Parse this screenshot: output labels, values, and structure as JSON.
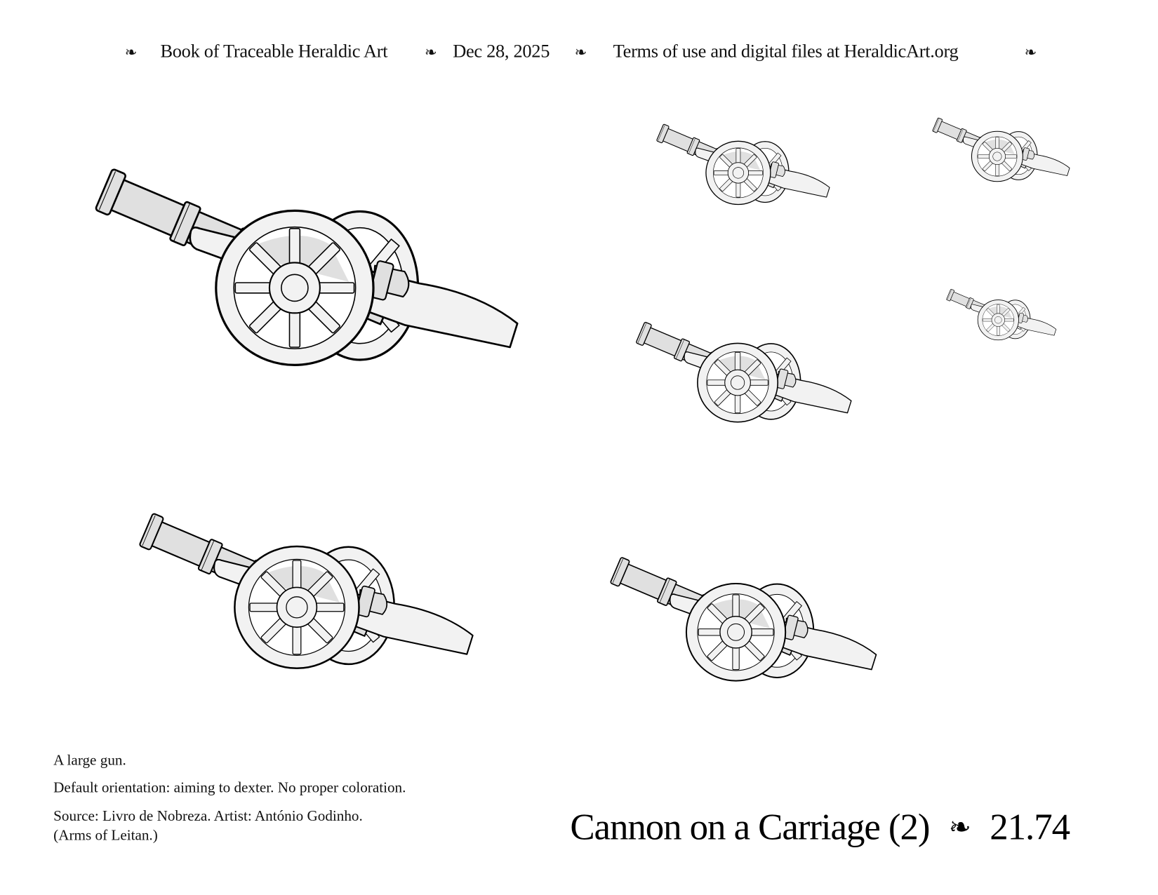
{
  "header": {
    "book_title": "Book of Traceable Heraldic Art",
    "date": "Dec 28, 2025",
    "terms": "Terms of use and digital files at HeraldicArt.org",
    "ornament": "❧"
  },
  "description": {
    "line1": "A large gun.",
    "line2": "Default orientation: aiming to dexter. No proper coloration.",
    "line3": "Source: Livro de Nobreza. Artist: António Godinho.",
    "line4": "(Arms of Leitan.)"
  },
  "footer": {
    "title": "Cannon on a Carriage (2)",
    "ornament": "❧",
    "number": "21.74"
  },
  "colors": {
    "barrel": "#e0e0e0",
    "wood": "#f2f2f2",
    "stroke": "#000000"
  }
}
